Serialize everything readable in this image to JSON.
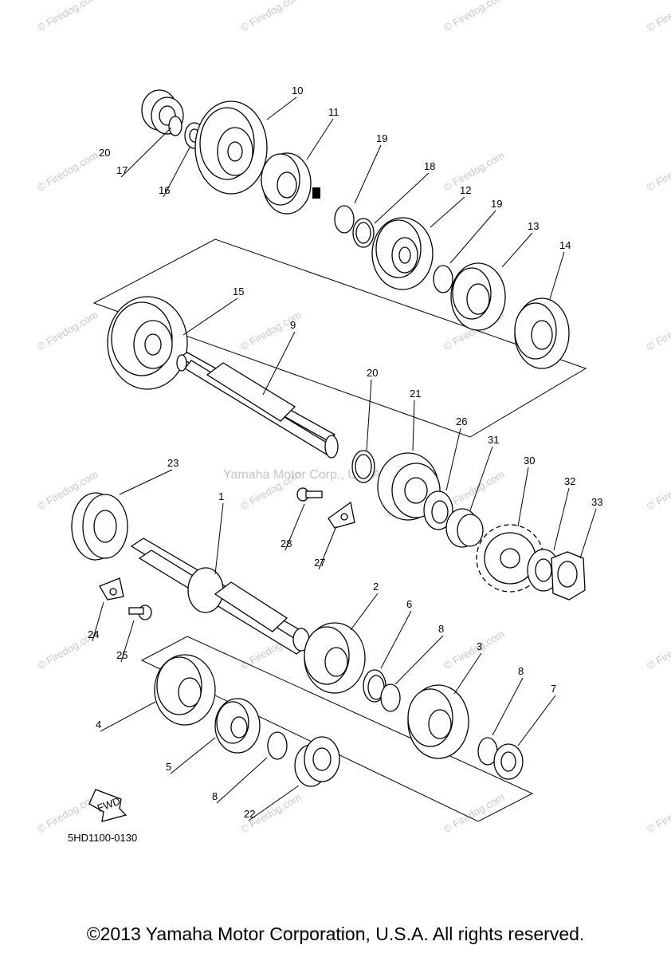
{
  "diagram": {
    "part_code": "5HD1100-0130",
    "center_watermark": "Yamaha Motor Corp., U.S.A.",
    "fine_print": "(c) 2005-2016 Yamaha Motor Corporation, U.S.A.",
    "fwd_label": "FWD",
    "watermark_text": "© Firedog.com",
    "callouts": [
      "10",
      "11",
      "19",
      "18",
      "12",
      "19",
      "13",
      "14",
      "20",
      "17",
      "16",
      "15",
      "9",
      "20",
      "21",
      "26",
      "31",
      "30",
      "32",
      "33",
      "23",
      "1",
      "28",
      "27",
      "24",
      "25",
      "2",
      "6",
      "8",
      "3",
      "8",
      "7",
      "4",
      "5",
      "8",
      "22"
    ]
  },
  "footer": {
    "copyright": "©2013 Yamaha Motor Corporation, U.S.A. All rights reserved."
  }
}
